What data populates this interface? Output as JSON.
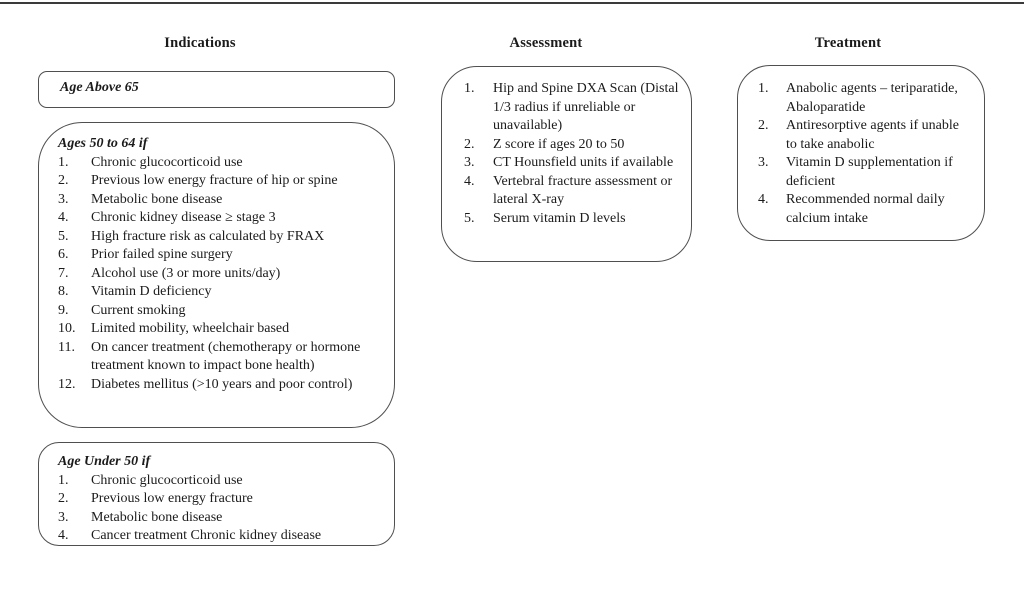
{
  "colors": {
    "background": "#ffffff",
    "box_border": "#4f4f4f",
    "top_rule": "#3a3a3a",
    "text": "#1b1b1b"
  },
  "columns": [
    {
      "header": "Indications",
      "boxes": [
        {
          "title": "Age Above 65",
          "items": []
        },
        {
          "title": "Ages 50 to 64 if",
          "items": [
            "Chronic glucocorticoid use",
            "Previous low energy fracture of hip or spine",
            "Metabolic bone disease",
            "Chronic kidney disease ≥ stage 3",
            "High fracture risk as calculated by FRAX",
            "Prior failed spine surgery",
            "Alcohol use (3 or more units/day)",
            "Vitamin D deficiency",
            "Current smoking",
            "Limited mobility, wheelchair based",
            "On cancer treatment (chemotherapy or hormone treatment known to impact bone health)",
            "Diabetes mellitus (>10 years and poor control)"
          ]
        },
        {
          "title": "Age Under 50 if",
          "items": [
            "Chronic glucocorticoid use",
            "Previous low energy fracture",
            "Metabolic bone disease",
            "Cancer treatment Chronic kidney disease"
          ]
        }
      ]
    },
    {
      "header": "Assessment",
      "boxes": [
        {
          "title": "",
          "items": [
            "Hip and Spine DXA Scan (Distal 1/3 radius if unreliable or unavailable)",
            "Z score if ages 20 to 50",
            "CT Hounsfield units if available",
            "Vertebral fracture assessment or lateral X-ray",
            "Serum vitamin D levels"
          ]
        }
      ]
    },
    {
      "header": "Treatment",
      "boxes": [
        {
          "title": "",
          "items": [
            "Anabolic agents – teriparatide, Abaloparatide",
            "Antiresorptive agents if unable to take anabolic",
            "Vitamin D supplementation if deficient",
            "Recommended normal daily calcium intake"
          ]
        }
      ]
    }
  ]
}
